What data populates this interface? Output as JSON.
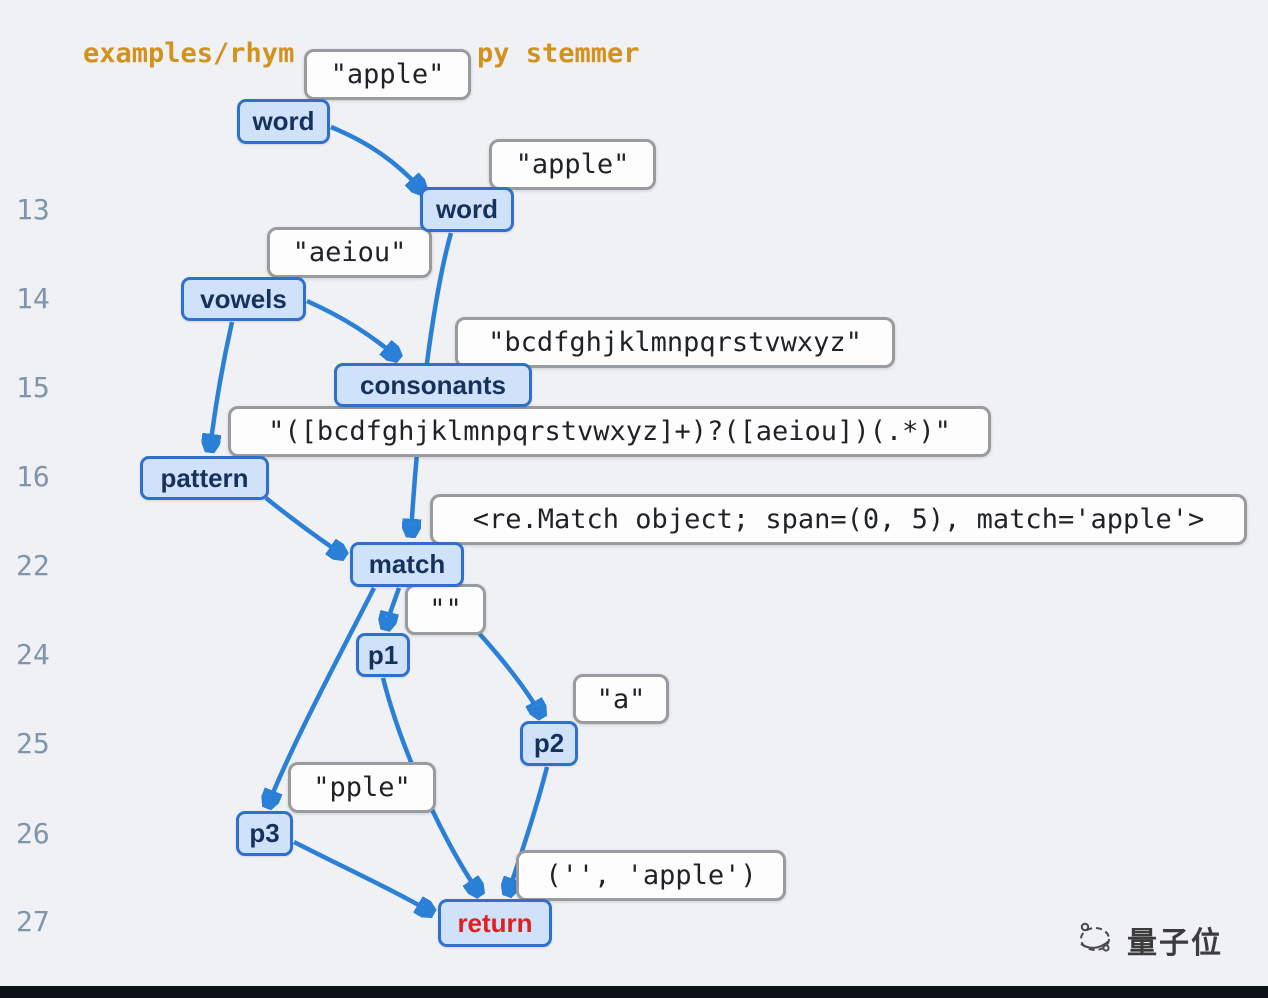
{
  "header": {
    "path_prefix": "examples/rhym",
    "path_suffix": "py stemmer"
  },
  "gutter": {
    "lines": [
      "13",
      "14",
      "15",
      "16",
      "22",
      "24",
      "25",
      "26",
      "27"
    ]
  },
  "nodes": {
    "word1": "word",
    "word2": "word",
    "vowels": "vowels",
    "consonants": "consonants",
    "pattern": "pattern",
    "match": "match",
    "p1": "p1",
    "p2": "p2",
    "p3": "p3",
    "return": "return"
  },
  "values": {
    "word1_value": "\"apple\"",
    "word2_value": "\"apple\"",
    "vowels_value": "\"aeiou\"",
    "consonants_value": "\"bcdfghjklmnpqrstvwxyz\"",
    "pattern_value": "\"([bcdfghjklmnpqrstvwxyz]+)?([aeiou])(.*)\"",
    "match_value": "<re.Match object; span=(0, 5), match='apple'>",
    "p1_value": "\"\"",
    "p2_value": "\"a\"",
    "p3_value": "\"pple\"",
    "return_value": "('', 'apple')"
  },
  "watermark": {
    "brand": "量子位"
  },
  "colors": {
    "edge": "#2a7fd6",
    "node_fill": "#cfe2f9",
    "node_border": "#2f6fce",
    "node_text": "#16325c",
    "return_text": "#e01f1f",
    "value_border": "#989c9f",
    "header_text": "#d2921e",
    "gutter_text": "#7e95ab",
    "background": "#eff1f4"
  }
}
